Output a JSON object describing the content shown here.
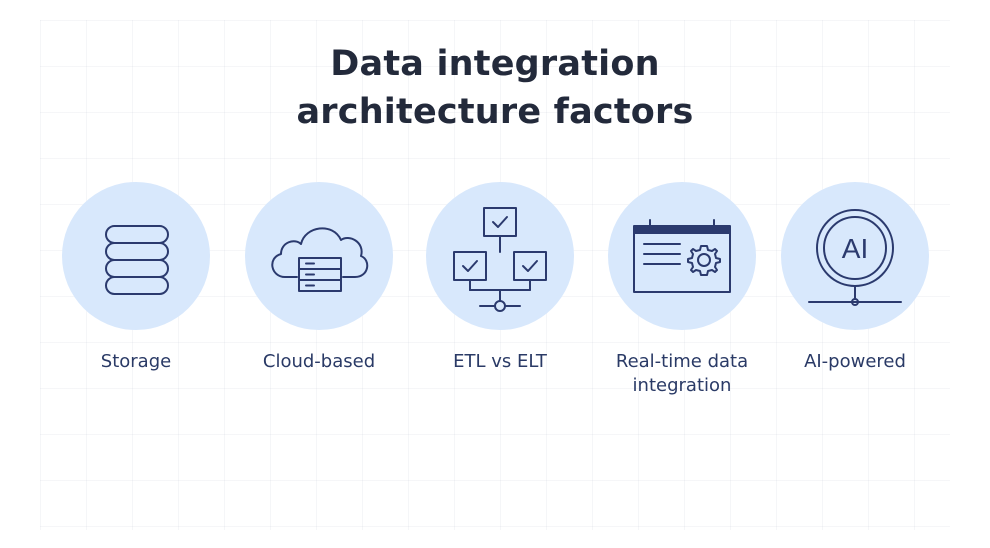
{
  "title": {
    "line1": "Data integration",
    "line2": "architecture factors"
  },
  "factors": [
    {
      "label": "Storage",
      "icon": "database-icon"
    },
    {
      "label": "Cloud-based",
      "icon": "cloud-server-icon"
    },
    {
      "label": "ETL vs ELT",
      "icon": "network-checklist-icon"
    },
    {
      "label_line1": "Real-time data",
      "label_line2": "integration",
      "icon": "calendar-gear-icon"
    },
    {
      "label": "AI-powered",
      "icon": "ai-chip-icon",
      "icon_text": "AI"
    }
  ],
  "colors": {
    "circle_fill": "#d8e8fc",
    "icon_stroke": "#2b3a6e",
    "title_text": "#232a3b",
    "label_text": "#2a3a66"
  }
}
